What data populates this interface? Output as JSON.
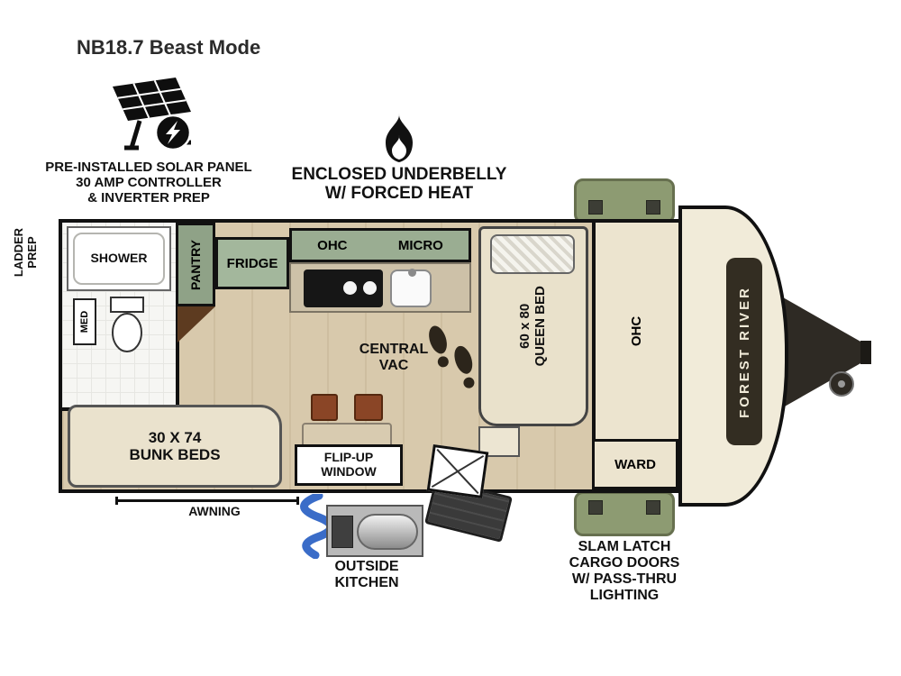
{
  "title": "NB18.7 Beast Mode",
  "brand_badge": "FOREST RIVER",
  "colors": {
    "cargo-green": "#8d9b72",
    "cabinet-green": "#9aad92",
    "floor-tan": "#d8c9ac",
    "bed-cream": "#e9e1cb",
    "chair-brown": "#8a4526",
    "hose-blue": "#3a6cc8",
    "badge-dark": "#332d22"
  },
  "callouts": {
    "solar": "PRE-INSTALLED SOLAR PANEL\n30 AMP CONTROLLER\n& INVERTER PREP",
    "underbelly": "ENCLOSED UNDERBELLY\nW/ FORCED HEAT",
    "ladder_prep": "LADDER\nPREP",
    "awning": "AWNING",
    "outside_kitchen": "OUTSIDE\nKITCHEN",
    "cargo_doors": "SLAM LATCH\nCARGO DOORS\nW/ PASS-THRU\nLIGHTING"
  },
  "rooms": {
    "shower": "SHOWER",
    "med": "MED",
    "pantry": "PANTRY",
    "fridge": "FRIDGE",
    "ohc_kitchen": "OHC",
    "micro": "MICRO",
    "central_vac": "CENTRAL\nVAC",
    "flip_up_window": "FLIP-UP\nWINDOW",
    "bunk_beds": "30 X 74\nBUNK BEDS",
    "queen_bed": "60 x 80\nQUEEN BED",
    "ohc_front": "OHC",
    "ward": "WARD"
  }
}
